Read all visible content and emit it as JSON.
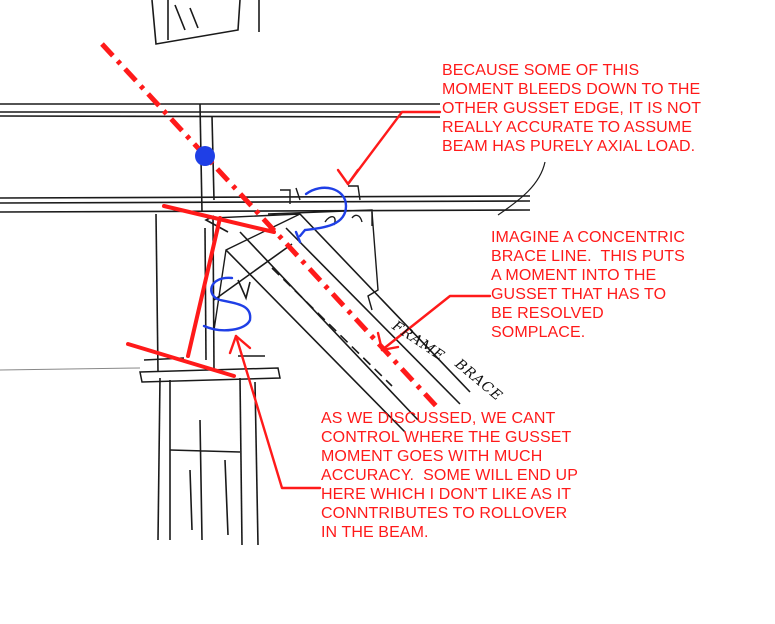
{
  "annotations": {
    "axial_note": "BECAUSE SOME OF THIS\nMOMENT BLEEDS DOWN TO THE\nOTHER GUSSET EDGE, IT IS NOT\nREALLY ACCURATE TO ASSUME\nBEAM HAS PURELY AXIAL LOAD.",
    "concentric_note": "IMAGINE A CONCENTRIC\nBRACE LINE.  THIS PUTS\nA MOMENT INTO THE\nGUSSET THAT HAS TO\nBE RESOLVED\nSOMPLACE.",
    "gusset_note": "AS WE DISCUSSED, WE CANT\nCONTROL WHERE THE GUSSET\nMOMENT GOES WITH MUCH\nACCURACY.  SOME WILL END UP\nHERE WHICH I DON'T LIKE AS IT\nCONNTRIBUTES TO ROLLOVER\nIN THE BEAM."
  },
  "sketch_labels": {
    "frame": "FRAME",
    "brace": "BRACE"
  },
  "colors": {
    "annotation": "#ff1a1a",
    "sketch": "#1a1a1a",
    "marker": "#1f3fe6",
    "hand_curl": "#1f3fe6"
  }
}
